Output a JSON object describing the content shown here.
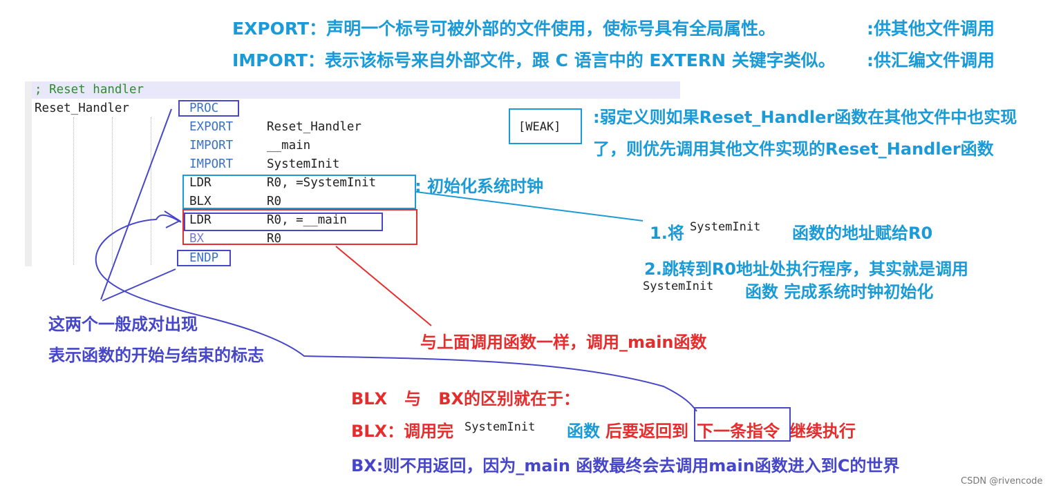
{
  "header": {
    "export_line": "EXPORT：声明一个标号可被外部的文件使用，使标号具有全局属性。",
    "export_note": ":供其他文件调用",
    "import_line": "IMPORT：表示该标号来自外部文件，跟 C 语言中的 EXTERN 关键字类似。",
    "import_note": ":供汇编文件调用"
  },
  "code": {
    "comment": "; Reset handler",
    "label": "Reset_Handler",
    "lines": [
      {
        "op": "PROC",
        "arg": ""
      },
      {
        "op": "EXPORT",
        "arg": "Reset_Handler"
      },
      {
        "op": "IMPORT",
        "arg": "__main"
      },
      {
        "op": "IMPORT",
        "arg": "SystemInit"
      },
      {
        "op": "LDR",
        "arg": "R0, =SystemInit"
      },
      {
        "op": "BLX",
        "arg": "R0"
      },
      {
        "op": "LDR",
        "arg": "R0, =__main"
      },
      {
        "op": "BX",
        "arg": "R0"
      },
      {
        "op": "ENDP",
        "arg": ""
      }
    ],
    "weak": "[WEAK]"
  },
  "annotations": {
    "weak_line1": ":弱定义则如果Reset_Handler函数在其他文件中也实现",
    "weak_line2": "了，则优先调用其他文件实现的Reset_Handler函数",
    "init_clock": ":  初始化系统时钟",
    "step1_prefix": "1.将",
    "step1_code": "SystemInit",
    "step1_suffix": "函数的地址赋给R0",
    "step2_line1": "2.跳转到R0地址处执行程序，其实就是调用",
    "step2_code": "SystemInit",
    "step2_suffix": "函数 完成系统时钟初始化",
    "pair_line1": "这两个一般成对出现",
    "pair_line2": "表示函数的开始与结束的标志",
    "main_call": "与上面调用函数一样，调用_main函数",
    "diff_title": "BLX   与   BX的区别就在于：",
    "blx_prefix": "BLX：调用完",
    "blx_code": "SystemInit",
    "blx_mid": "函数",
    "blx_red1": "后要返回到",
    "blx_boxed": "下一条指令",
    "blx_red2": "继续执行",
    "bx_line": "BX:则不用返回，因为_main 函数最终会去调用main函数进入到C的世界"
  },
  "watermark": "CSDN @rivencode",
  "colors": {
    "cyan": "#1a9ad6",
    "red": "#e52d2d",
    "blue": "#4646c8"
  }
}
